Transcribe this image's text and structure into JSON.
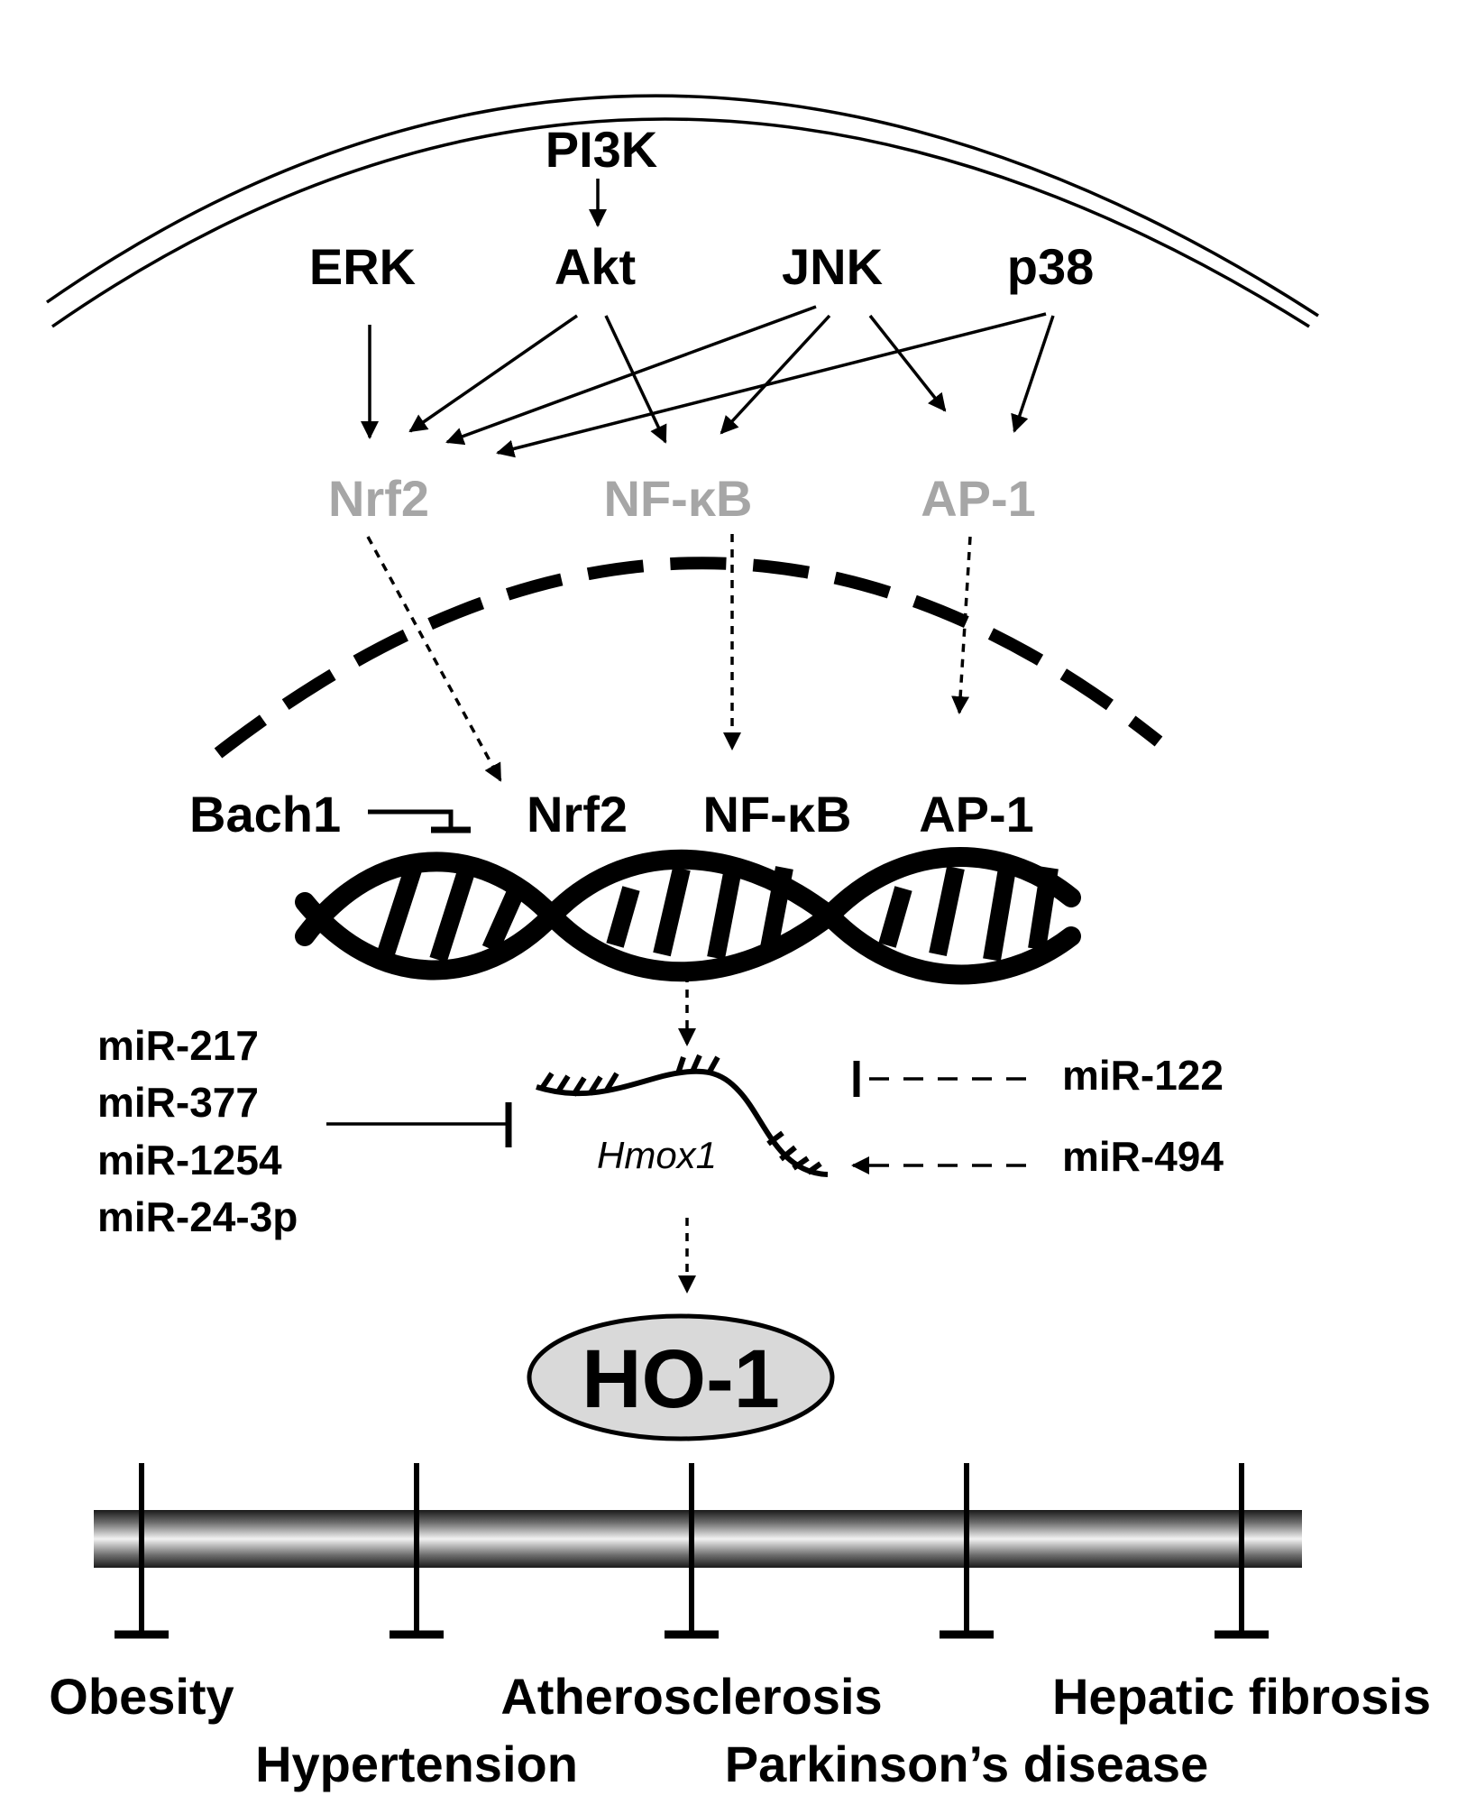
{
  "kinases": {
    "pi3k": "PI3K",
    "akt": "Akt",
    "erk": "ERK",
    "jnk": "JNK",
    "p38": "p38"
  },
  "cytoplasm_factors": {
    "nrf2": "Nrf2",
    "nfkb": "NF-κB",
    "ap1": "AP-1"
  },
  "nuclear_factors": {
    "bach1": "Bach1",
    "nrf2": "Nrf2",
    "nfkb": "NF-κB",
    "ap1": "AP-1"
  },
  "transcript": {
    "gene": "Hmox1"
  },
  "mirnas_inhibit_left": [
    "miR-217",
    "miR-377",
    "miR-1254",
    "miR-24-3p"
  ],
  "mirnas_right": {
    "inhibit": "miR-122",
    "activate": "miR-494"
  },
  "protein": {
    "label": "HO-1"
  },
  "diseases": [
    "Obesity",
    "Hypertension",
    "Atherosclerosis",
    "Parkinson’s disease",
    "Hepatic fibrosis"
  ],
  "colors": {
    "text": "#000000",
    "cytoplasm_factor": "#a6a6a6",
    "ho1_fill": "#d9d9d9"
  }
}
